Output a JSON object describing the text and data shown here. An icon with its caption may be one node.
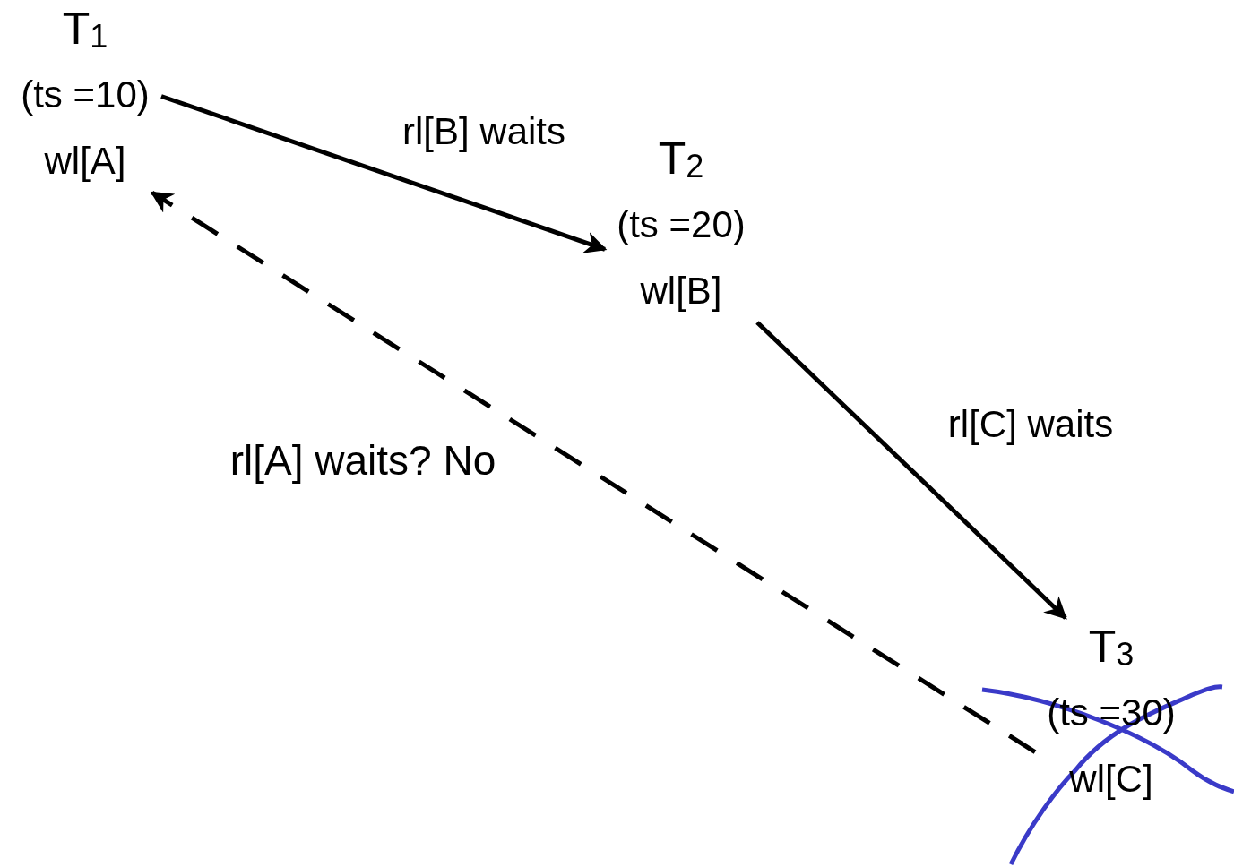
{
  "diagram": {
    "nodes": [
      {
        "text": [
          "T$_{1}$",
          "(ts =10)",
          "wl[A]"
        ]
      },
      {
        "text": [
          "T$_{2}$",
          "(ts =20)",
          "wl[B]"
        ]
      },
      {
        "text": [
          "T$_{3}$",
          "(ts =30)",
          "wl[C]"
        ]
      }
    ],
    "edges": [
      {
        "from": 0,
        "to": 1,
        "arrow": "to",
        "label": "rl[B] waits"
      },
      {
        "from": 1,
        "to": 2,
        "arrow": "to",
        "label": "rl[C] waits"
      },
      {
        "from": 2,
        "to": 0,
        "arrow": "to",
        "label": "rl[A] waits? No",
        "style": "dashed"
      }
    ]
  }
}
